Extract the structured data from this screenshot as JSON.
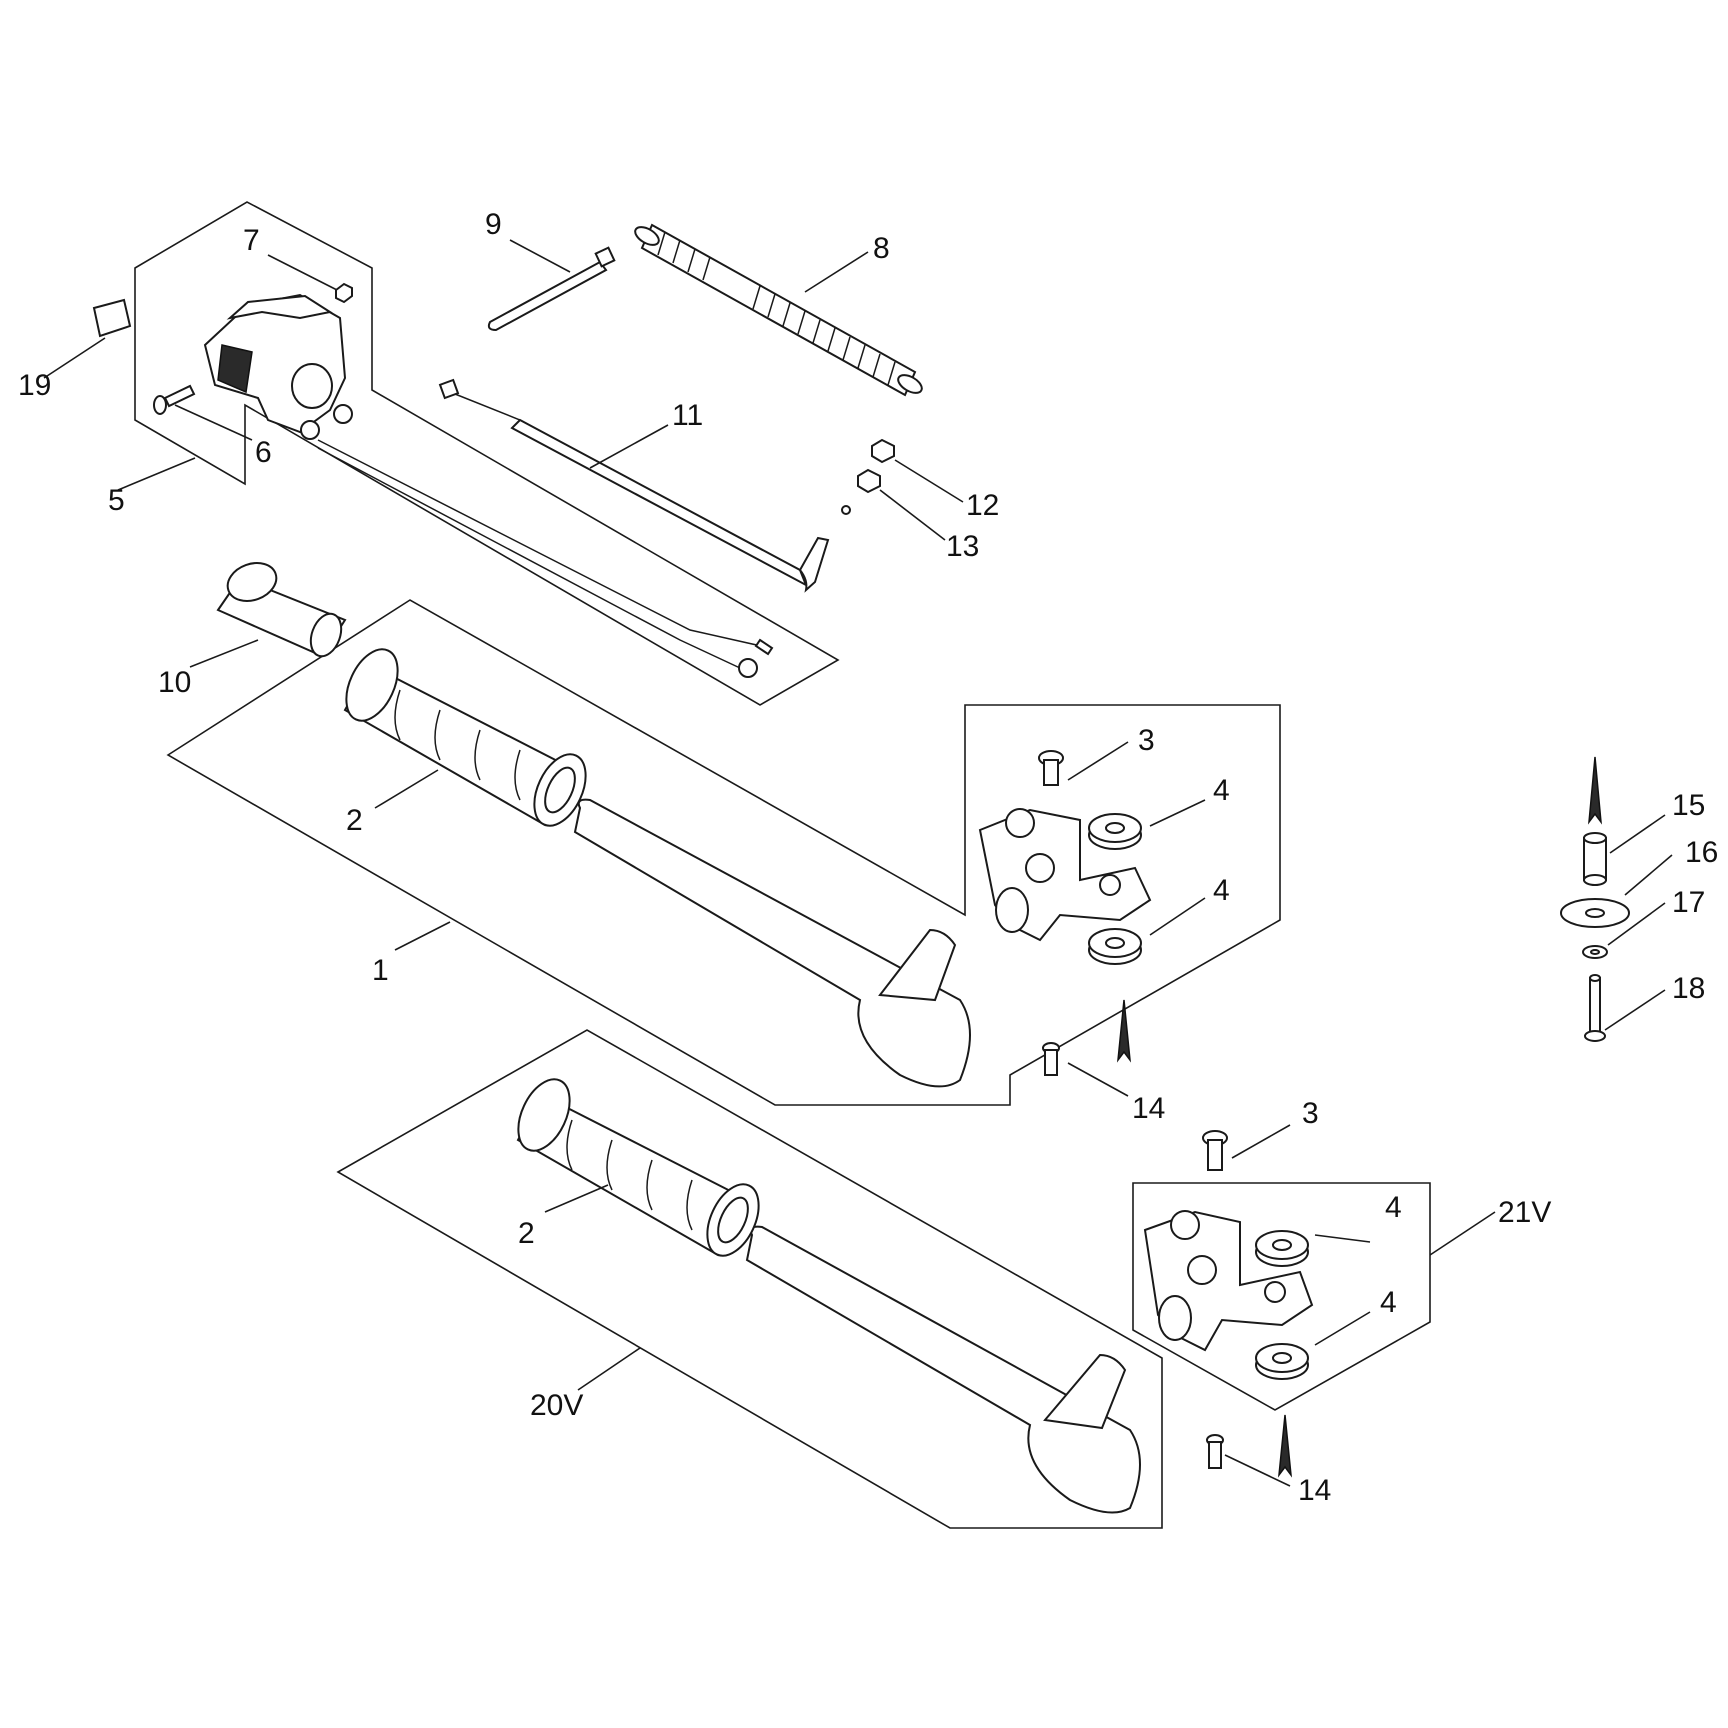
{
  "callouts": {
    "c1": "1",
    "c2a": "2",
    "c2b": "2",
    "c3a": "3",
    "c3b": "3",
    "c4a": "4",
    "c4b": "4",
    "c4c": "4",
    "c4d": "4",
    "c5": "5",
    "c6": "6",
    "c7": "7",
    "c8": "8",
    "c9": "9",
    "c10": "10",
    "c11": "11",
    "c12": "12",
    "c13": "13",
    "c14a": "14",
    "c14b": "14",
    "c15": "15",
    "c16": "16",
    "c17": "17",
    "c18": "18",
    "c19": "19",
    "c20v": "20V",
    "c21v": "21V"
  }
}
